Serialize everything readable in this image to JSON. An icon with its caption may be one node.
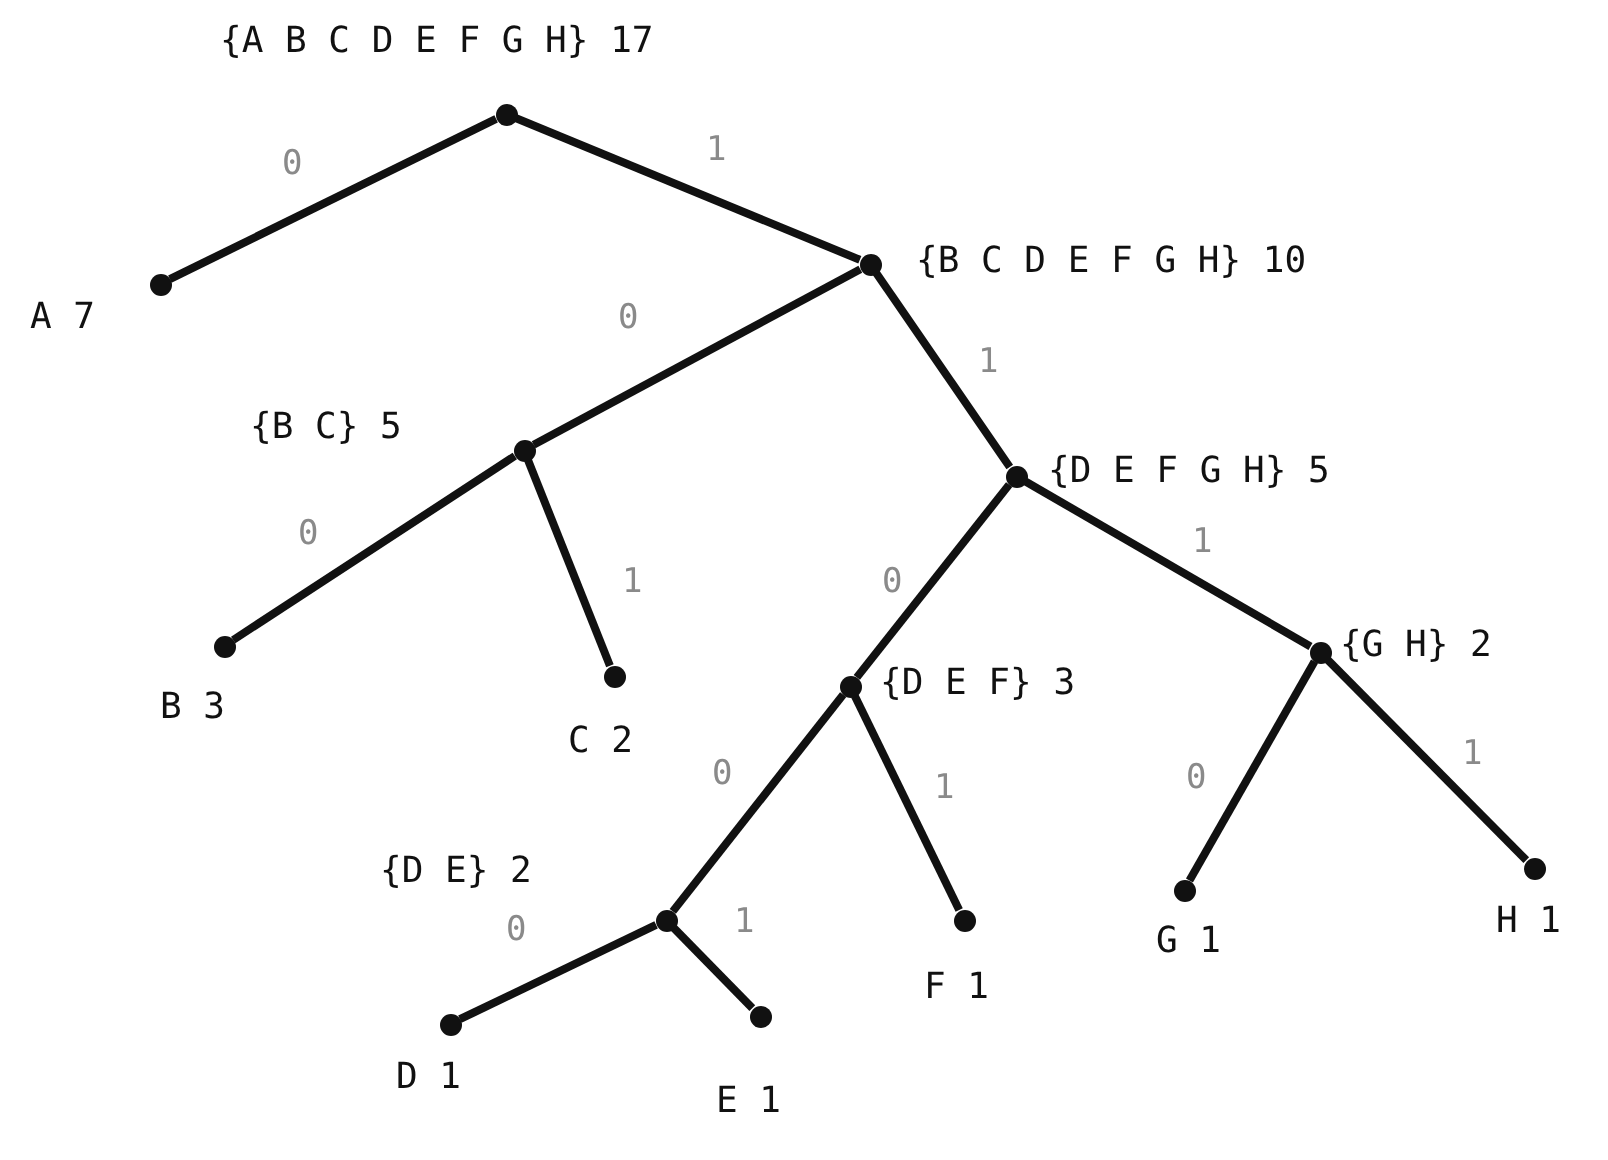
{
  "diagram": {
    "nodes": [
      {
        "text": [],
        "shape": "circle",
        "beside": [
          "{A B C D E F G H} 17"
        ]
      },
      {
        "text": [],
        "shape": "circle",
        "beside": [
          "A 7"
        ]
      },
      {
        "text": [],
        "shape": "circle",
        "beside": [
          "{B C D E F G H} 10"
        ]
      },
      {
        "text": [],
        "shape": "circle",
        "beside": [
          "{B C} 5"
        ]
      },
      {
        "text": [],
        "shape": "circle",
        "beside": [
          "{D E F G H} 5"
        ]
      },
      {
        "text": [],
        "shape": "circle",
        "beside": [
          "B 3"
        ]
      },
      {
        "text": [],
        "shape": "circle",
        "beside": [
          "C 2"
        ]
      },
      {
        "text": [],
        "shape": "circle",
        "beside": [
          "{D E F} 3"
        ]
      },
      {
        "text": [],
        "shape": "circle",
        "beside": [
          "{G H} 2"
        ]
      },
      {
        "text": [],
        "shape": "circle",
        "beside": [
          "{D E} 2"
        ]
      },
      {
        "text": [],
        "shape": "circle",
        "beside": [
          "F 1"
        ]
      },
      {
        "text": [],
        "shape": "circle",
        "beside": [
          "G 1"
        ]
      },
      {
        "text": [],
        "shape": "circle",
        "beside": [
          "H 1"
        ]
      },
      {
        "text": [],
        "shape": "circle",
        "beside": [
          "D 1"
        ]
      },
      {
        "text": [],
        "shape": "circle",
        "beside": [
          "E 1"
        ]
      }
    ],
    "edges": [
      {
        "from": 0,
        "to": 1,
        "arrow": "none",
        "label": "0"
      },
      {
        "from": 0,
        "to": 2,
        "arrow": "none",
        "label": "1"
      },
      {
        "from": 2,
        "to": 3,
        "arrow": "none",
        "label": "0"
      },
      {
        "from": 2,
        "to": 4,
        "arrow": "none",
        "label": "1"
      },
      {
        "from": 3,
        "to": 5,
        "arrow": "none",
        "label": "0"
      },
      {
        "from": 3,
        "to": 6,
        "arrow": "none",
        "label": "1"
      },
      {
        "from": 4,
        "to": 7,
        "arrow": "none",
        "label": "0"
      },
      {
        "from": 4,
        "to": 8,
        "arrow": "none",
        "label": "1"
      },
      {
        "from": 7,
        "to": 9,
        "arrow": "none",
        "label": "0"
      },
      {
        "from": 7,
        "to": 10,
        "arrow": "none",
        "label": "1"
      },
      {
        "from": 8,
        "to": 11,
        "arrow": "none",
        "label": "0"
      },
      {
        "from": 8,
        "to": 12,
        "arrow": "none",
        "label": "1"
      },
      {
        "from": 9,
        "to": 13,
        "arrow": "none",
        "label": "0"
      },
      {
        "from": 9,
        "to": 14,
        "arrow": "none",
        "label": "1"
      }
    ]
  }
}
